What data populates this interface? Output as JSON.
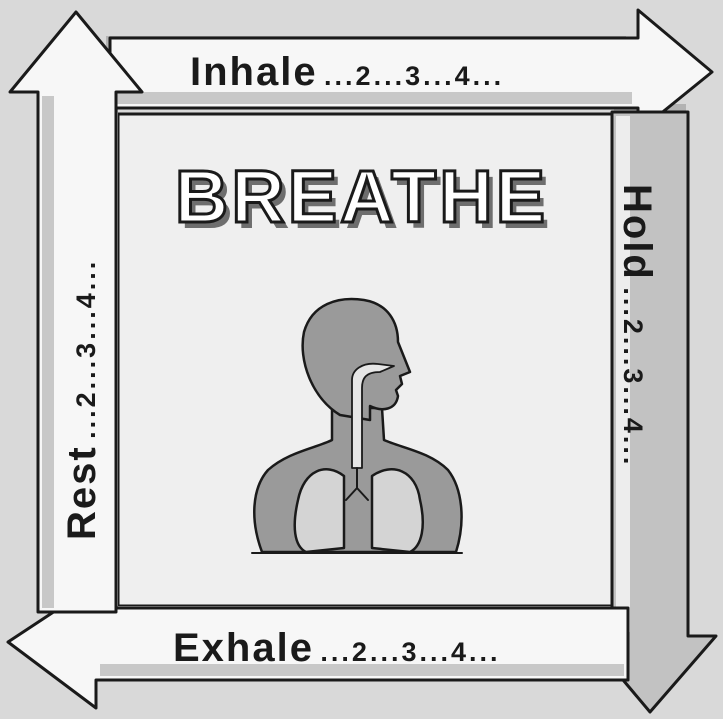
{
  "title": "BREATHE",
  "steps": {
    "inhale": {
      "word": "Inhale",
      "count": "...2...3...4..."
    },
    "hold": {
      "word": "Hold",
      "count": "...2...3...4..."
    },
    "exhale": {
      "word": "Exhale",
      "count": "...2...3...4..."
    },
    "rest": {
      "word": "Rest",
      "count": "...2...3...4..."
    }
  },
  "illustration": {
    "subject": "human-respiratory-system"
  },
  "colors": {
    "background": "#d9d9d9",
    "panel": "#efefef",
    "arrow_fill": "#f7f7f7",
    "arrow_band": "#b3b3b3",
    "ink": "#1a1a1a",
    "figure": "#9a9a9a",
    "lungs": "#d4d4d4"
  }
}
